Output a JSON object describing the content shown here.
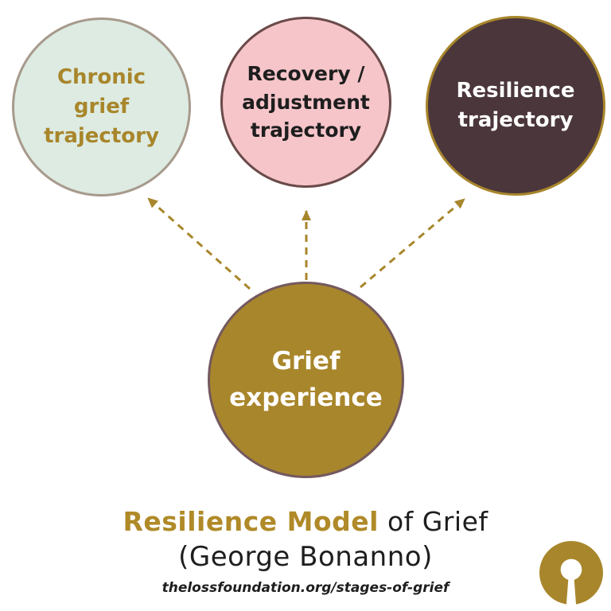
{
  "colors": {
    "gold": "#A8862B",
    "gold_title": "#B08A28",
    "mint": "#DDEBE2",
    "mint_border": "#A79A8C",
    "pink": "#F6C5CA",
    "pink_border": "#6B4A4A",
    "plum": "#4A363B",
    "plum_border": "#74595E",
    "text_dark": "#1E1E1E",
    "white": "#FFFFFF"
  },
  "nodes": {
    "chronic": {
      "label": "Chronic\ngrief\ntrajectory"
    },
    "recovery": {
      "label": "Recovery /\nadjustment\ntrajectory"
    },
    "resilience": {
      "label": "Resilience\ntrajectory"
    },
    "grief": {
      "label": "Grief\nexperience"
    }
  },
  "footer": {
    "title_highlight": "Resilience Model",
    "title_rest": " of Grief",
    "subtitle": "(George Bonanno)",
    "url": "thelossfoundation.org/stages-of-grief"
  },
  "icons": {
    "logo": "loss-foundation-ring-logo",
    "arrows": "dashed-arrow"
  }
}
